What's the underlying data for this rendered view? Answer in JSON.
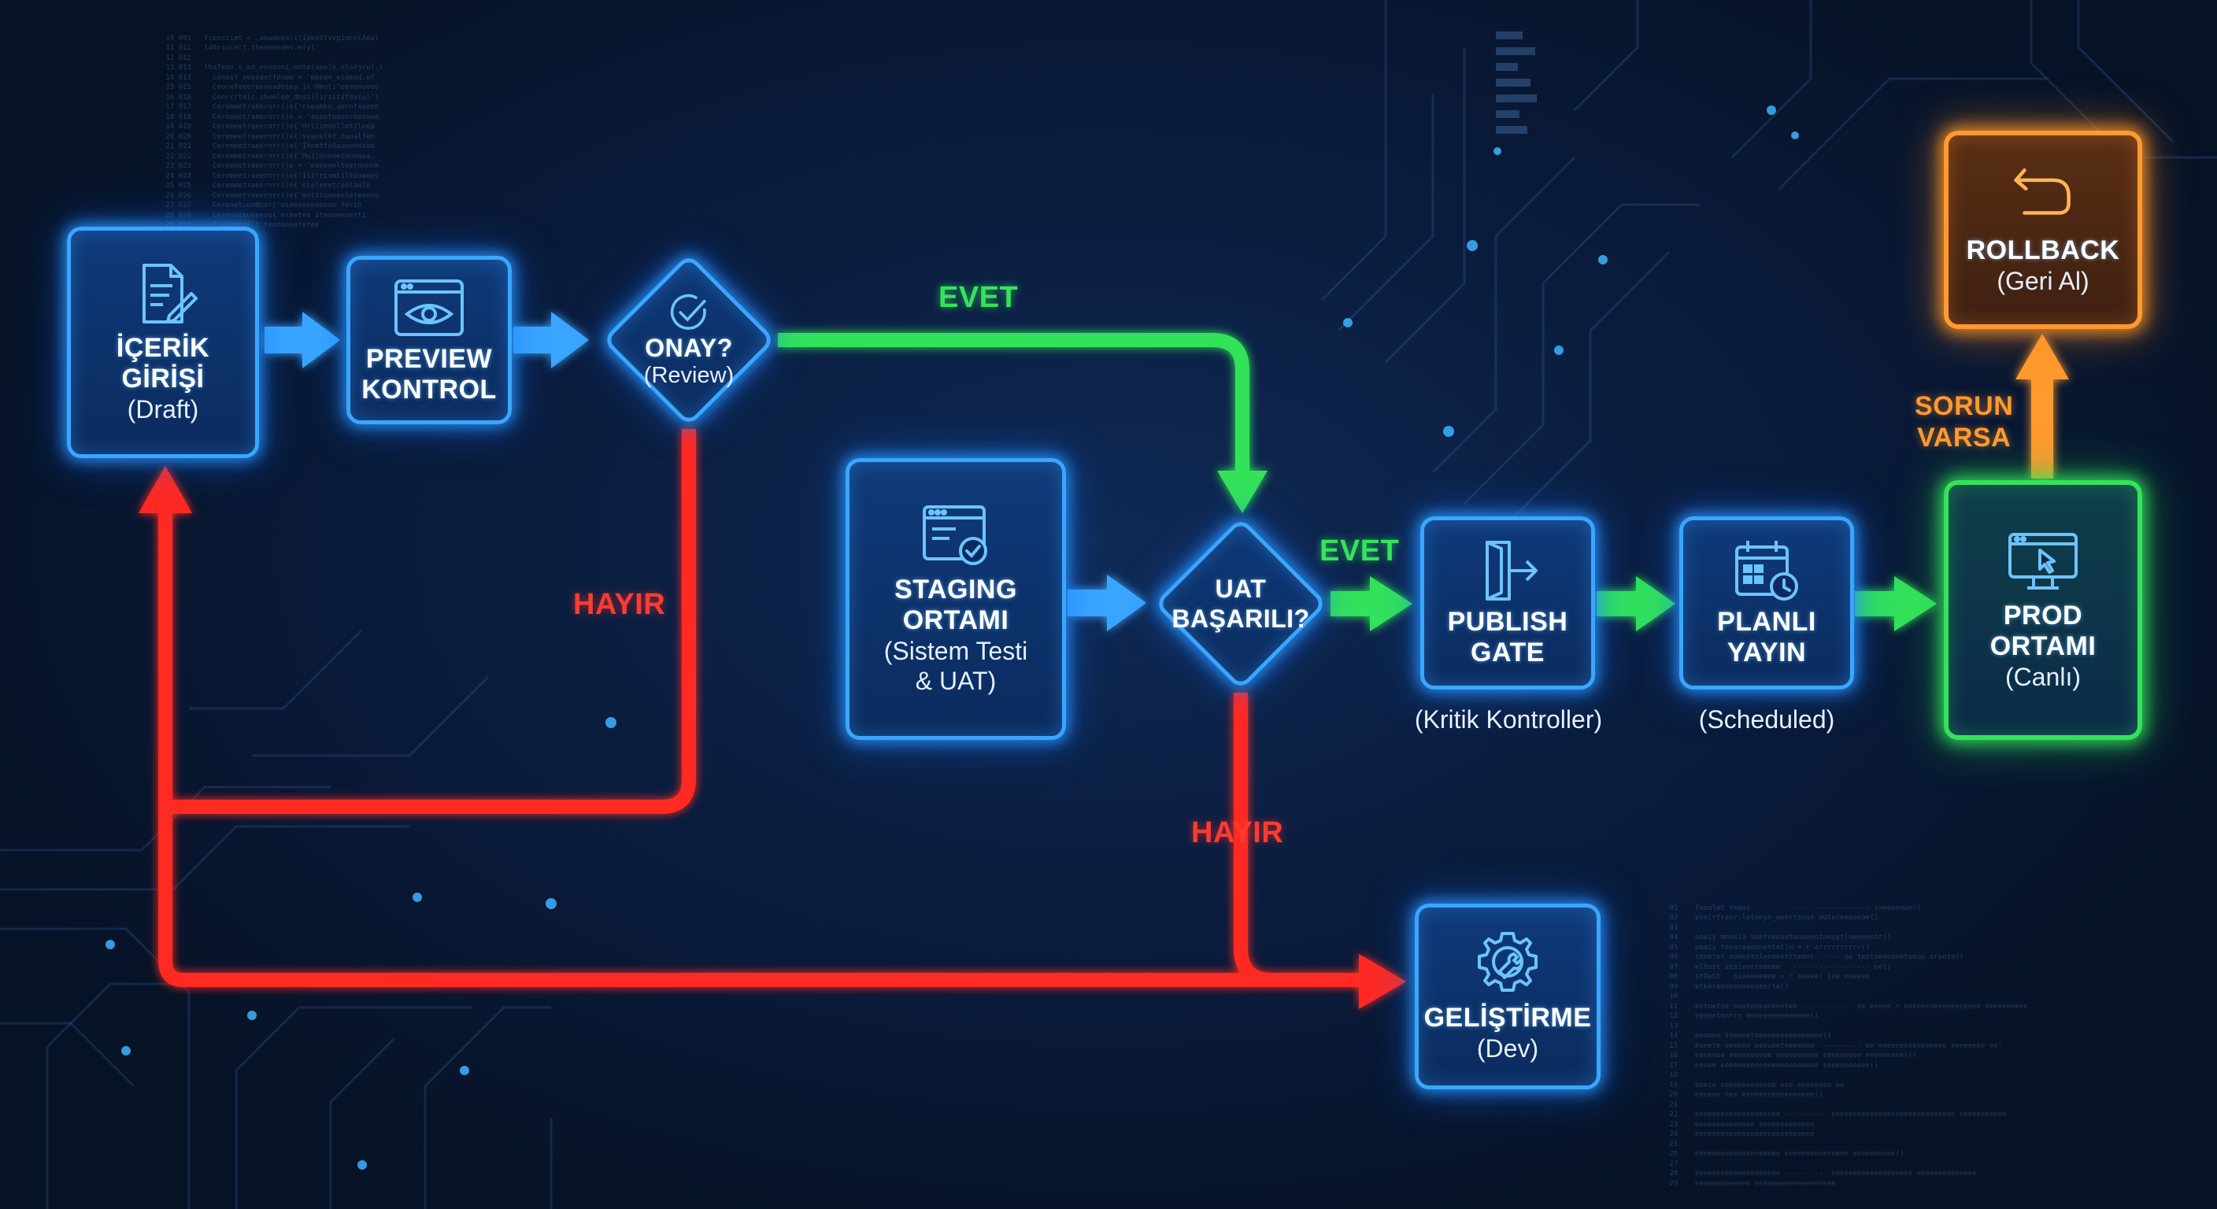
{
  "nodes": {
    "draft": {
      "title": "İÇERİK\nGİRİŞİ",
      "subtitle": "(Draft)",
      "icon": "document-edit-icon"
    },
    "preview": {
      "title": "PREVIEW\nKONTROL",
      "icon": "eye-window-icon"
    },
    "approval": {
      "title": "ONAY?",
      "subtitle": "(Review)",
      "icon": "checkmark-circle-icon"
    },
    "staging": {
      "title": "STAGING\nORTAMI",
      "subtitle": "(Sistem Testi\n& UAT)",
      "icon": "window-check-icon"
    },
    "uat": {
      "title": "UAT\nBAŞARILI?"
    },
    "publish_gate": {
      "title": "PUBLISH\nGATE",
      "caption": "(Kritik Kontroller)",
      "icon": "door-exit-icon"
    },
    "scheduled": {
      "title": "PLANLI\nYAYIN",
      "caption": "(Scheduled)",
      "icon": "calendar-clock-icon"
    },
    "prod": {
      "title": "PROD\nORTAMI",
      "subtitle": "(Canlı)",
      "icon": "monitor-cursor-icon"
    },
    "rollback": {
      "title": "ROLLBACK",
      "subtitle": "(Geri Al)",
      "icon": "undo-arrow-icon"
    },
    "dev": {
      "title": "GELİŞTİRME",
      "subtitle": "(Dev)",
      "icon": "gear-wrench-icon"
    }
  },
  "edges": {
    "approval_yes": "EVET",
    "approval_no": "HAYIR",
    "uat_yes": "EVET",
    "uat_no": "HAYIR",
    "prod_issue": "SORUN\nVARSA"
  },
  "colors": {
    "flow_blue": "#3aa6ff",
    "yes_green": "#33e35a",
    "no_red": "#ff2a22",
    "issue_orange": "#ff9a2e",
    "background": "#0a1c3d"
  }
}
